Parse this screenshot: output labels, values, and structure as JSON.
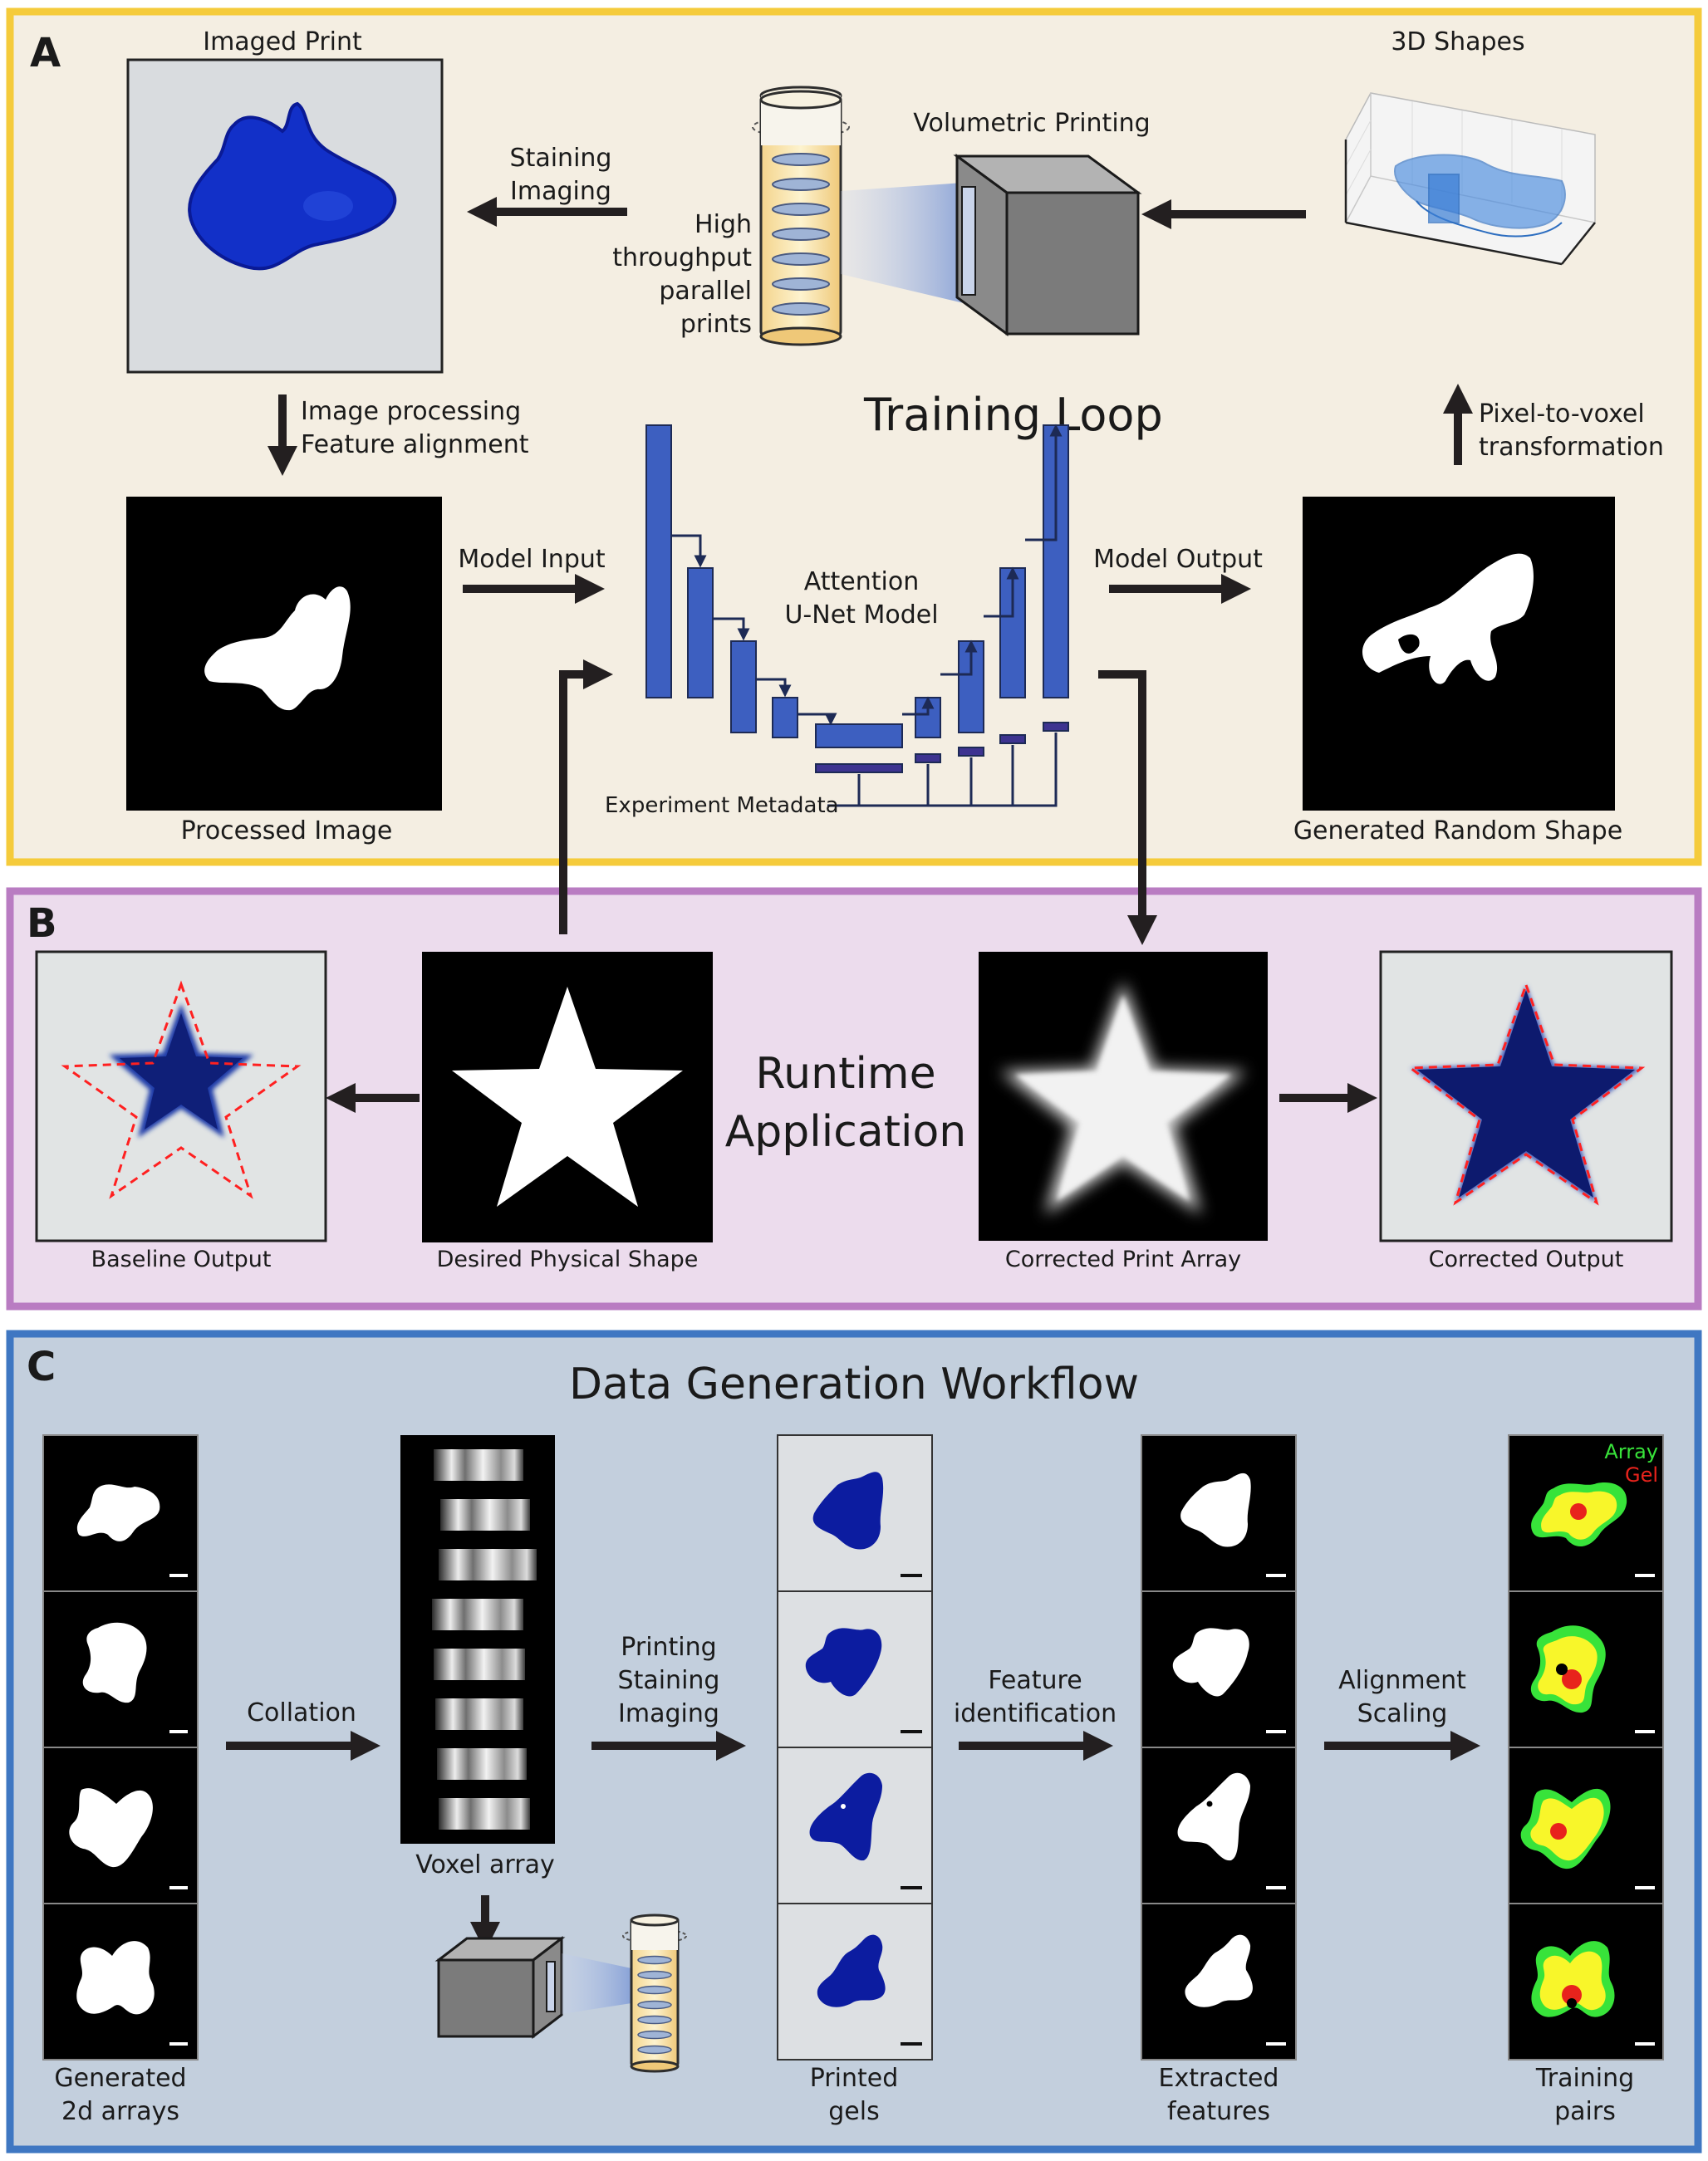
{
  "panelA": {
    "letter": "A",
    "title": "Training Loop",
    "imaged_print": "Imaged Print",
    "shapes_3d": "3D Shapes",
    "volumetric_printing": "Volumetric Printing",
    "staining": "Staining",
    "imaging": "Imaging",
    "throughput": [
      "High",
      "throughput",
      "parallel",
      "prints"
    ],
    "image_processing": "Image processing",
    "feature_alignment": "Feature alignment",
    "pixel_to_voxel_1": "Pixel-to-voxel",
    "pixel_to_voxel_2": "transformation",
    "model_input": "Model Input",
    "model_output": "Model Output",
    "attention": "Attention",
    "unet_model": "U-Net Model",
    "experiment_metadata": "Experiment Metadata",
    "processed_image": "Processed Image",
    "generated_random_shape": "Generated Random Shape"
  },
  "panelB": {
    "letter": "B",
    "runtime": "Runtime",
    "application": "Application",
    "baseline_output": "Baseline Output",
    "desired_physical_shape": "Desired Physical Shape",
    "corrected_print_array": "Corrected Print Array",
    "corrected_output": "Corrected Output"
  },
  "panelC": {
    "letter": "C",
    "title": "Data Generation Workflow",
    "collation": "Collation",
    "voxel_array": "Voxel array",
    "printing": "Printing",
    "staining": "Staining",
    "imaging": "Imaging",
    "feature": "Feature",
    "identification": "identification",
    "alignment": "Alignment",
    "scaling": "Scaling",
    "legend_array": "Array",
    "legend_gel": "Gel",
    "col1": [
      "Generated",
      "2d arrays"
    ],
    "col2": [
      "Printed",
      "gels"
    ],
    "col3": [
      "Extracted",
      "features"
    ],
    "col4": [
      "Training",
      "pairs"
    ]
  },
  "colors": {
    "panelA_border": "#f5cb3b",
    "panelA_bg": "#f4eee2",
    "panelB_border": "#b97cc2",
    "panelB_bg": "#ecdced",
    "panelC_border": "#3f77c2",
    "panelC_bg": "#c3cfdd",
    "unet_block": "#3d5fc0",
    "gel_blue": "#0a1a96",
    "array_green": "#38e33a",
    "gel_red": "#e8231c",
    "overlap_yellow": "#f8f62a"
  }
}
